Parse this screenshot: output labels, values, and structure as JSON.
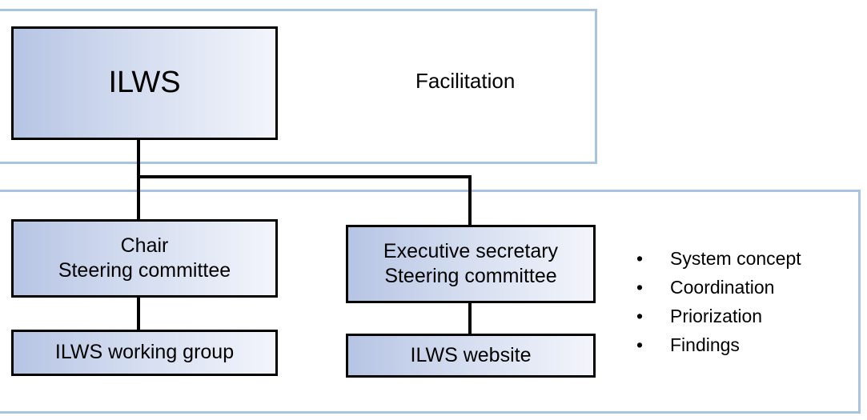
{
  "facilitation_label": "Facilitation",
  "boxes": {
    "ilws": "ILWS",
    "chair": [
      "Chair",
      "Steering committee"
    ],
    "executive": [
      "Executive secretary",
      "Steering committee"
    ],
    "working_group": "ILWS working group",
    "website": "ILWS website"
  },
  "tasks": [
    "System concept",
    "Coordination",
    "Priorization",
    "Findings"
  ],
  "colors": {
    "frame": "#a9c4e3",
    "box_gradient_start": "#b6c4e4",
    "box_gradient_end": "#f3f5fb",
    "connector": "#000000"
  }
}
